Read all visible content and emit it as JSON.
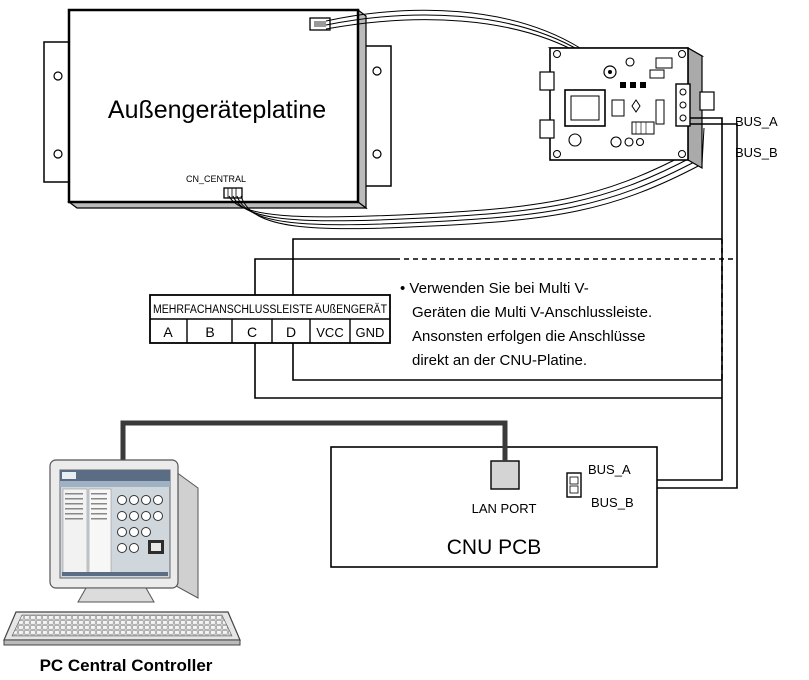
{
  "outdoor_board": {
    "title": "Außengeräteplatine",
    "connector_label": "CN_CENTRAL"
  },
  "bus_labels": {
    "top_a": "BUS_A",
    "top_b": "BUS_B"
  },
  "terminal_strip": {
    "header": "MEHRFACHANSCHLUSSLEISTE AUßENGERÄT",
    "terminals": [
      "A",
      "B",
      "C",
      "D",
      "VCC",
      "GND"
    ]
  },
  "note": {
    "lines": [
      "• Verwenden Sie bei Multi V-",
      "Geräten die Multi V-Anschlussleiste.",
      "Ansonsten erfolgen die Anschlüsse",
      "direkt an der CNU-Platine."
    ]
  },
  "cnu": {
    "title": "CNU PCB",
    "lan_label": "LAN PORT",
    "bus_a": "BUS_A",
    "bus_b": "BUS_B"
  },
  "pc": {
    "caption": "PC Central Controller"
  },
  "colors": {
    "line": "#000000",
    "board_fill": "#ffffff",
    "lan_port_fill": "#d4d4d4",
    "monitor_body": "#ebebeb",
    "screen_bg": "#cfd6dc"
  }
}
